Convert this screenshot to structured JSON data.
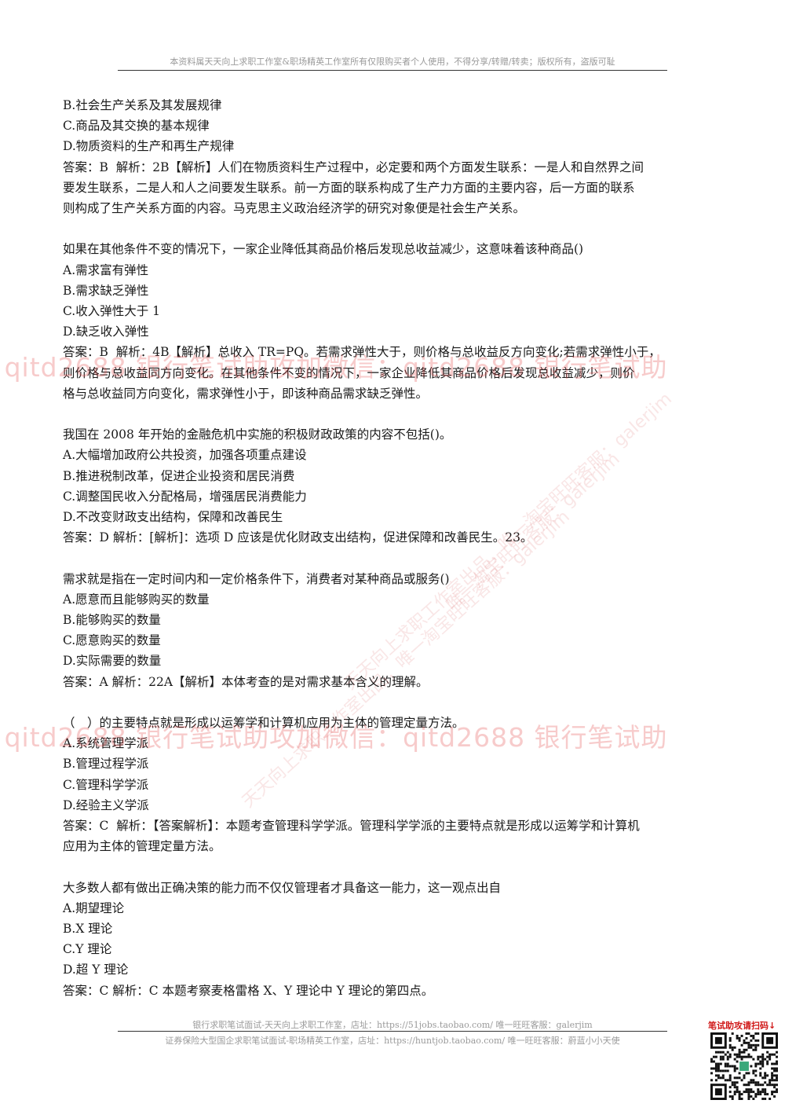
{
  "header": {
    "note": "本资料属天天向上求职工作室&职场精英工作室所有仅限购买者个人使用，不得分享/转赠/转卖；版权所有，盗版可耻"
  },
  "blocks": [
    {
      "lines": [
        "B.社会生产关系及其发展规律",
        "C.商品及其交换的基本规律",
        "D.物质资料的生产和再生产规律",
        "答案：B  解析：2B【解析】人们在物质资料生产过程中，必定要和两个方面发生联系：一是人和自然界之间",
        "要发生联系，二是人和人之间要发生联系。前一方面的联系构成了生产力方面的主要内容，后一方面的联系",
        "则构成了生产关系方面的内容。马克思主义政治经济学的研究对象便是社会生产关系。"
      ]
    },
    {
      "lines": [
        "如果在其他条件不变的情况下，一家企业降低其商品价格后发现总收益减少，这意味着该种商品()",
        "A.需求富有弹性",
        "B.需求缺乏弹性",
        "C.收入弹性大于 1",
        "D.缺乏收入弹性",
        "答案：B  解析：4B【解析】总收入 TR=PQ。若需求弹性大于，则价格与总收益反方向变化;若需求弹性小于，",
        "则价格与总收益同方向变化。在其他条件不变的情况下，一家企业降低其商品价格后发现总收益减少，则价",
        "格与总收益同方向变化，需求弹性小于，即该种商品需求缺乏弹性。"
      ]
    },
    {
      "lines": [
        "我国在 2008 年开始的金融危机中实施的积极财政政策的内容不包括()。",
        "A.大幅增加政府公共投资，加强各项重点建设",
        "B.推进税制改革，促进企业投资和居民消费",
        "C.调整国民收入分配格局，增强居民消费能力",
        "D.不改变财政支出结构，保障和改善民生",
        "答案：D 解析：[解析]：选项 D 应该是优化财政支出结构，促进保障和改善民生。23。"
      ]
    },
    {
      "lines": [
        "需求就是指在一定时间内和一定价格条件下，消费者对某种商品或服务()",
        "A.愿意而且能够购买的数量",
        "B.能够购买的数量",
        "C.愿意购买的数量",
        "D.实际需要的数量",
        "答案：A 解析：22A【解析】本体考查的是对需求基本含义的理解。"
      ]
    },
    {
      "lines": [
        "（　）的主要特点就是形成以运筹学和计算机应用为主体的管理定量方法。",
        "A.系统管理学派",
        "B.管理过程学派",
        "C.管理科学学派",
        "D.经验主义学派",
        "答案：C  解析：【答案解析】：本题考查管理科学学派。管理科学学派的主要特点就是形成以运筹学和计算机",
        "应用为主体的管理定量方法。"
      ]
    },
    {
      "lines": [
        "大多数人都有做出正确决策的能力而不仅仅管理者才具备这一能力，这一观点出自",
        "A.期望理论",
        "B.X 理论",
        "C.Y 理论",
        "D.超 Y 理论",
        "答案：C 解析：C 本题考察麦格雷格 X、Y 理论中 Y 理论的第四点。"
      ]
    }
  ],
  "watermarks": {
    "row1": ": qitd2688      银行笔试助攻加微信：qitd2688      银行笔试助",
    "row2": ": qitd2688      银行笔试助攻加微信：qitd2688      银行笔试助",
    "diag1": "天天向上求职工作室出品，唯一淘宝旺旺客服：galerjim",
    "diag2": "天天向上求职工作室出品，唯一淘宝旺旺客服：galerjim",
    "diag3": "唯一淘宝旺旺客服：galerjim"
  },
  "footer": {
    "line1": "银行求职笔试面试-天天向上求职工作室，店址：https://51jobs.taobao.com/  唯一旺旺客服：galerjim",
    "line2": "证券保险大型国企求职笔试面试-职场精英工作室，店址：https://huntjob.taobao.com/  唯一旺旺客服：蔚蓝小小天使",
    "qr_label": "笔试助攻请扫码↓"
  },
  "colors": {
    "watermark": "#e14646",
    "qr_label": "#d01818",
    "qr_center": "#3aa87a"
  }
}
